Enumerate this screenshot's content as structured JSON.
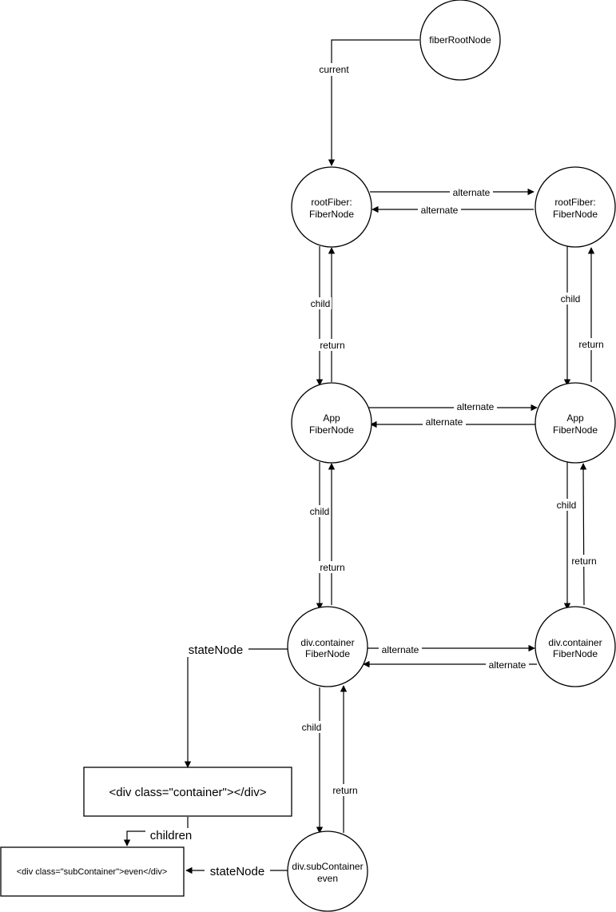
{
  "nodes": {
    "fiber_root": {
      "line1": "fiberRootNode"
    },
    "root_fiber_current": {
      "line1": "rootFiber:",
      "line2": "FiberNode"
    },
    "root_fiber_alt": {
      "line1": "rootFiber:",
      "line2": "FiberNode"
    },
    "app_current": {
      "line1": "App",
      "line2": "FiberNode"
    },
    "app_alt": {
      "line1": "App",
      "line2": "FiberNode"
    },
    "container_current": {
      "line1": "div.container",
      "line2": "FiberNode"
    },
    "container_alt": {
      "line1": "div.container",
      "line2": "FiberNode"
    },
    "subcontainer": {
      "line1": "div.subContainer",
      "line2": "even"
    }
  },
  "boxes": {
    "dom_container": "<div class=\"container\"></div>",
    "dom_subcontainer": "<div class=\"subContainer\">even</div>"
  },
  "edges": {
    "current": "current",
    "alternate": "alternate",
    "child": "child",
    "return": "return",
    "state_node": "stateNode",
    "children": "children"
  }
}
